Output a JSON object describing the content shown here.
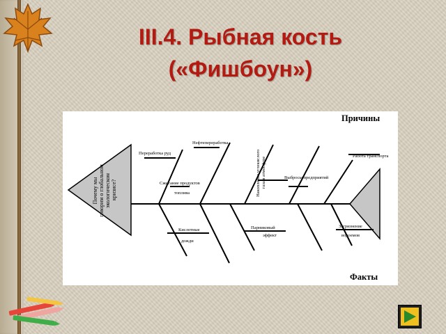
{
  "slide": {
    "title_line1": "III.4. Рыбная кость",
    "title_line2": "(«Фишбоун»)"
  },
  "diagram": {
    "causes_header": "Причины",
    "facts_header": "Факты",
    "head_text": [
      "Почему мы",
      "говорим о глобальном",
      "экологическом",
      "кризисе?"
    ],
    "top_labels": [
      "Переработка руд",
      "Нефтепереработка",
      "Сжигание продуктов",
      "топлива",
      "Выбросы предприятий",
      "Работа транспорта"
    ],
    "vertical_label": [
      "Накопление углекислого",
      "газа в атмосфере"
    ],
    "bottom_labels": [
      "Кислотные",
      "дожди",
      "Парниковый",
      "эффект",
      "Загрязнение",
      "водоемов"
    ]
  },
  "nav": {
    "icon": "arrow-right-icon"
  },
  "colors": {
    "title": "#b21a12",
    "head_fill": "#c6c6c6",
    "line": "#000000"
  }
}
